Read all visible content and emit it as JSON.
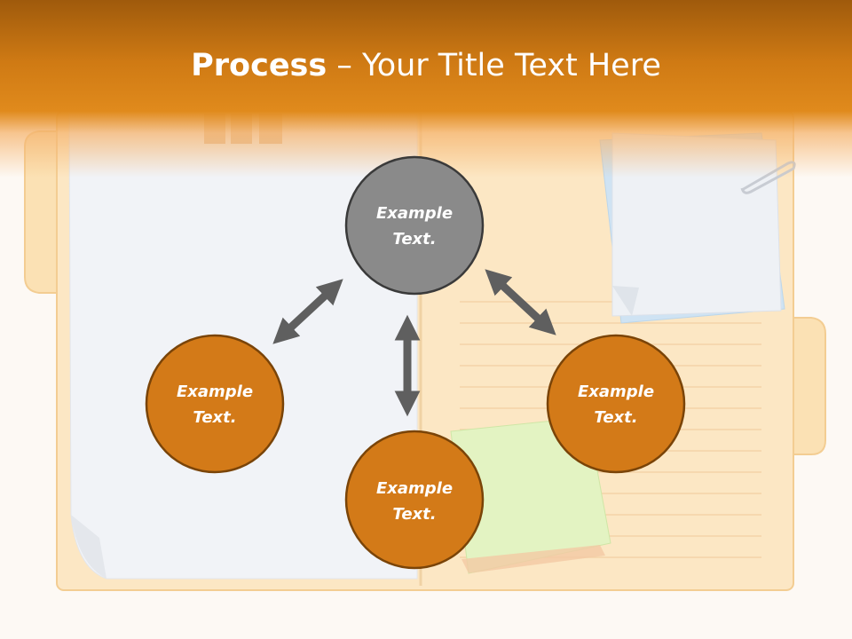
{
  "slide": {
    "title_bold": "Process",
    "title_rest": " – Your Title Text Here"
  },
  "diagram": {
    "nodes": [
      {
        "id": "top",
        "line1": "Example",
        "line2": "Text.",
        "color": "#8a8a8a"
      },
      {
        "id": "left",
        "line1": "Example",
        "line2": "Text.",
        "color": "#d37a18"
      },
      {
        "id": "right",
        "line1": "Example",
        "line2": "Text.",
        "color": "#d37a18"
      },
      {
        "id": "bottom",
        "line1": "Example",
        "line2": "Text.",
        "color": "#d37a18"
      }
    ],
    "arrow_color": "#5f5f5f",
    "header_color": "#d47d17"
  }
}
